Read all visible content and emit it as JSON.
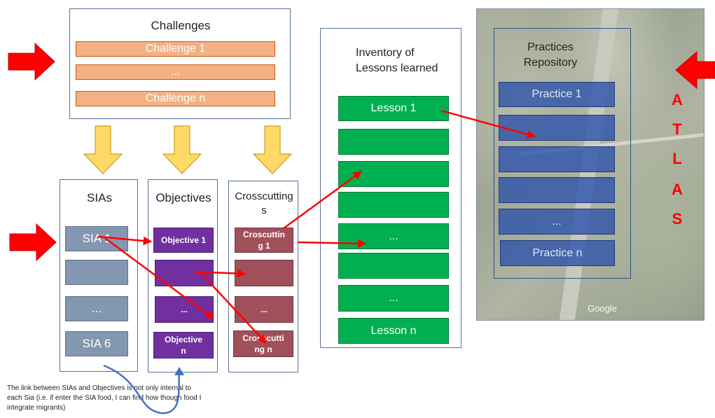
{
  "challenges": {
    "title": "Challenges",
    "items": [
      "Challenge 1",
      "...",
      "Challenge n"
    ]
  },
  "sias": {
    "title": "SIAs",
    "items": [
      "SIA 1",
      "",
      "...",
      "SIA 6"
    ]
  },
  "objectives": {
    "title": "Objectives",
    "items": [
      "Objective 1",
      "",
      "...",
      "Objective\nn"
    ]
  },
  "crosscutting": {
    "title": "Crosscutting\ns",
    "items": [
      "Croscuttin\ng 1",
      "",
      "...",
      "Crosscutti\nng n"
    ]
  },
  "lessons": {
    "title": "Inventory of\nLessons learned",
    "items": [
      "Lesson 1",
      "",
      "",
      "",
      "...",
      "",
      "...",
      "Lesson n"
    ]
  },
  "practices": {
    "title": "Practices\nRepository",
    "items": [
      "Practice 1",
      "",
      "",
      "",
      "...",
      "Practice n"
    ]
  },
  "atlas_letters": [
    "A",
    "T",
    "L",
    "A",
    "S"
  ],
  "map_watermark": "Google",
  "footnote": "The link between SIAs and Objectives is not only internal to\neach Sia (i.e. if enter the SIA food, I can find how though food I\nintegrate migrants)",
  "colors": {
    "arrow_red": "#ff0000",
    "arrow_yellow": "#ffd966",
    "curve_blue": "#4472c4",
    "challenge_fill": "#f4b183",
    "sia_fill": "#8497b0",
    "objective_fill": "#7030a0",
    "crosscutting_fill": "#a0505a",
    "lesson_fill": "#00b050",
    "practice_fill": "#2f55ab"
  }
}
